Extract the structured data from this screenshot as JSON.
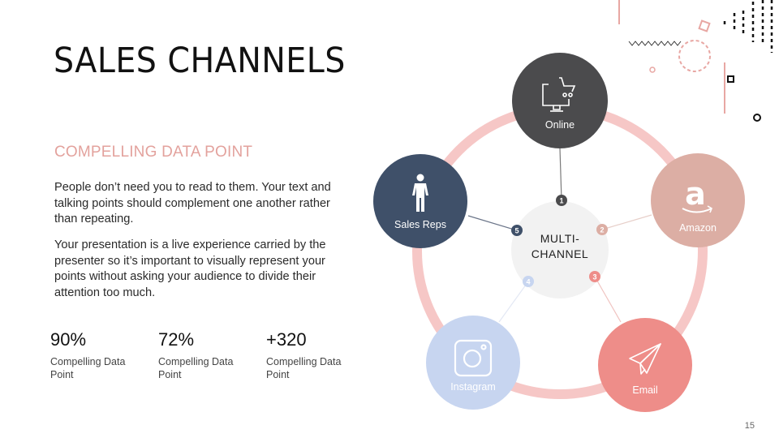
{
  "slide": {
    "title": "SALES CHANNELS",
    "subtitle": "COMPELLING DATA POINT",
    "paragraphs": [
      "People don’t need you to read to them. Your text and talking points should complement one another rather than repeating.",
      "Your presentation is a live experience carried by the presenter so it’s important to visually represent your points without asking your audience to divide their attention too much."
    ],
    "stats": [
      {
        "value": "90%",
        "label": "Compelling Data Point"
      },
      {
        "value": "72%",
        "label": "Compelling Data Point"
      },
      {
        "value": "+320",
        "label": "Compelling Data Point"
      }
    ],
    "page_number": "15"
  },
  "diagram": {
    "center": {
      "line1": "MULTI-",
      "line2": "CHANNEL",
      "color": "#f2f2f2"
    },
    "ring_color": "#f6c7c6",
    "nodes": [
      {
        "number": "1",
        "label": "Online",
        "icon": "monitor-cart-icon",
        "color": "#4b4b4d"
      },
      {
        "number": "2",
        "label": "Amazon",
        "icon": "amazon-icon",
        "color": "#dcaea4"
      },
      {
        "number": "3",
        "label": "Email",
        "icon": "paper-plane-icon",
        "color": "#ee8d89"
      },
      {
        "number": "4",
        "label": "Instagram",
        "icon": "instagram-icon",
        "color": "#c7d5f0"
      },
      {
        "number": "5",
        "label": "Sales Reps",
        "icon": "person-icon",
        "color": "#3f5069"
      }
    ]
  }
}
